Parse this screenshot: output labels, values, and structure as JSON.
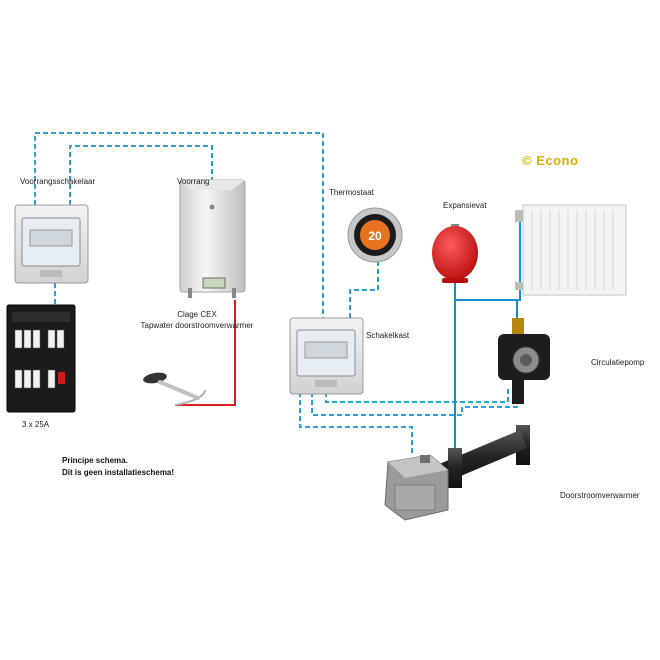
{
  "brand": {
    "copyright": "©",
    "name": "Econo",
    "color": "#d4b000"
  },
  "labels": {
    "voorrangsschakelaar": "Voorrangsschakelaar",
    "voorrang": "Voorrang",
    "thermostaat": "Thermostaat",
    "expansievat": "Expansievat",
    "clage_line1": "Clage CEX",
    "clage_line2": "Tapwater doorstroomverwarmer",
    "schakelkast": "Schakelkast",
    "circulatiepomp": "Circulatiepomp",
    "groepenkast": "3 x 25A",
    "doorstroomverwarmer": "Doorstroomverwarmer"
  },
  "thermostat": {
    "display": "20"
  },
  "note": {
    "line1": "Principe schema.",
    "line2": "Dit is geen installatieschema!"
  },
  "colors": {
    "control_line": "#29a3d6",
    "hot_water": "#d42020",
    "cv_water": "#1a8fd0",
    "thermostat_ring": "#e8731e"
  }
}
